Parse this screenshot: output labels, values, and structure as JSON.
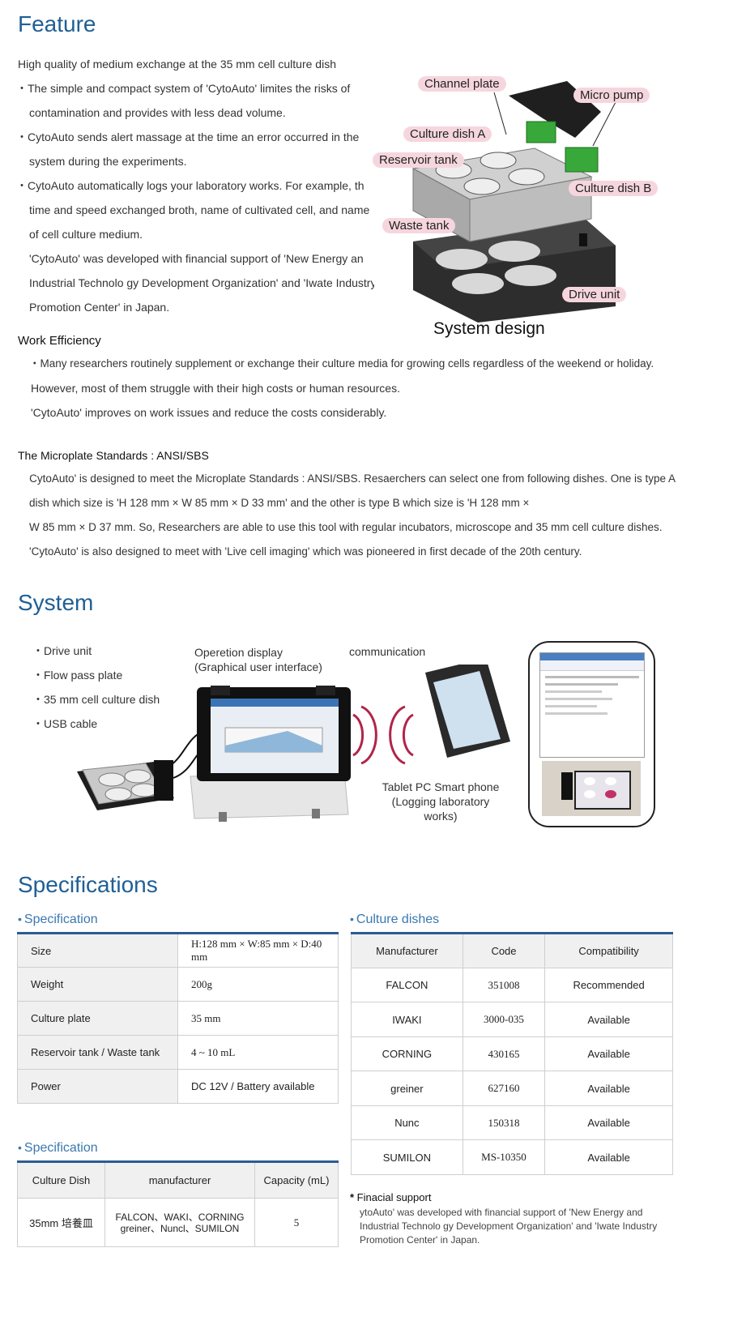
{
  "feature": {
    "title": "Feature",
    "lead": "High quality of medium exchange at the 35 mm cell culture dish",
    "bullets": [
      [
        "The simple and compact system of 'CytoAuto' limites the risks of",
        "contamination and provides with less dead volume."
      ],
      [
        "CytoAuto sends alert massage at the time an error occurred in the",
        "system during the experiments."
      ],
      [
        "CytoAuto automatically logs your laboratory works. For example, th",
        "time and speed exchanged broth, name of cultivated cell, and name",
        "of cell culture medium."
      ]
    ],
    "support": [
      "'CytoAuto' was developed with financial support of 'New Energy an",
      "Industrial Technolo gy Development Organization' and 'Iwate Industry",
      "Promotion Center' in Japan."
    ],
    "diagram": {
      "caption": "System design",
      "labels": {
        "channel_plate": "Channel plate",
        "micro_pump": "Micro pump",
        "culture_dish_a": "Culture dish A",
        "reservoir_tank": "Reservoir tank",
        "culture_dish_b": "Culture dish B",
        "waste_tank": "Waste tank",
        "drive_unit": "Drive unit"
      }
    }
  },
  "work_efficiency": {
    "title": "Work Efficiency",
    "lines": [
      "Many researchers routinely supplement or exchange their culture media for growing cells regardless of the weekend or holiday.",
      "However, most of them struggle with their high costs or human resources.",
      "'CytoAuto' improves on work issues and reduce the costs considerably."
    ]
  },
  "standards": {
    "title": "The Microplate Standards : ANSI/SBS",
    "lines": [
      "'CytoAuto' is designed to meet the Microplate Standards : ANSI/SBS. Resaerchers can select one from following dishes. One is type A",
      "dish which size is 'H 128 mm × W 85 mm × D 33 mm' and the other is type B which size is 'H 128 mm ×",
      "W 85 mm × D 37 mm. So, Researchers are able to use this tool with regular incubators, microscope and 35 mm cell culture dishes.",
      "'CytoAuto' is also designed to meet with 'Live cell imaging' which was pioneered in first decade of the 20th century."
    ]
  },
  "system": {
    "title": "System",
    "items": [
      "Drive unit",
      "Flow pass plate",
      "35 mm cell culture dish",
      "USB cable"
    ],
    "operation_label": [
      "Operetion display",
      "(Graphical user interface)"
    ],
    "communication": "communication",
    "tablet_label": [
      "Tablet PC Smart phone",
      "(Logging laboratory works)"
    ]
  },
  "specifications": {
    "title": "Specifications",
    "spec1": {
      "heading": "Specification",
      "rows": [
        [
          "Size",
          "H:128 mm × W:85 mm × D:40 mm"
        ],
        [
          "Weight",
          "200g"
        ],
        [
          "Culture plate",
          "35 mm"
        ],
        [
          "Reservoir tank / Waste tank",
          "4 ~ 10 mL"
        ],
        [
          "Power",
          "DC 12V / Battery available"
        ]
      ]
    },
    "dishes": {
      "heading": "Culture dishes",
      "headers": [
        "Manufacturer",
        "Code",
        "Compatibility"
      ],
      "rows": [
        [
          "FALCON",
          "351008",
          "Recommended"
        ],
        [
          "IWAKI",
          "3000-035",
          "Available"
        ],
        [
          "CORNING",
          "430165",
          "Available"
        ],
        [
          "greiner",
          "627160",
          "Available"
        ],
        [
          "Nunc",
          "150318",
          "Available"
        ],
        [
          "SUMILON",
          "MS-10350",
          "Available"
        ]
      ]
    },
    "spec2": {
      "heading": "Specification",
      "headers": [
        "Culture Dish",
        "manufacturer",
        "Capacity (mL)"
      ],
      "row": [
        "35mm 培養皿",
        "FALCON、WAKI、CORNING",
        "greiner、Nuncl、SUMILON",
        "5"
      ]
    },
    "support": {
      "title": "Finacial support",
      "lines": [
        "ytoAuto' was developed with financial support of 'New Energy and",
        "Industrial Technolo gy Development Organization' and 'Iwate Industry",
        "Promotion Center' in Japan."
      ]
    }
  }
}
